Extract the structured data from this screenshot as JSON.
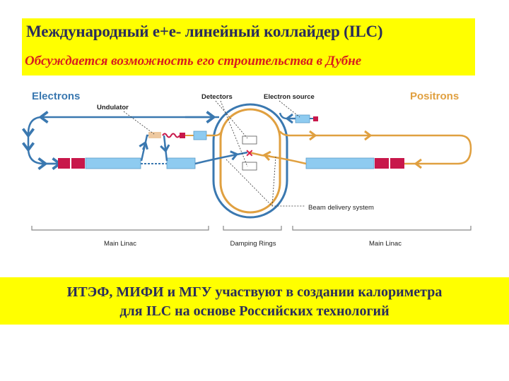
{
  "header": {
    "title": "Международный e+e- линейный коллайдер (ILC)",
    "subtitle": "Обсуждается возможность его строительства в Дубне"
  },
  "diagram": {
    "labels": {
      "electrons": "Electrons",
      "positrons": "Positrons",
      "undulator": "Undulator",
      "detectors": "Detectors",
      "electron_source": "Electron source",
      "beam_delivery_system": "Beam delivery system"
    },
    "sections": [
      {
        "label": "Main Linac"
      },
      {
        "label": "Damping Rings"
      },
      {
        "label": "Main Linac"
      }
    ],
    "colors": {
      "electron_beam": "#3a78b0",
      "positron_beam": "#e0a040",
      "linac": "#8ecbf0",
      "klystron": "#c8174a",
      "undulator": "#eec9a0",
      "collision": "#d81e4a"
    },
    "interaction_point_icon": "x-mark"
  },
  "footer": {
    "line1": "ИТЭФ, МИФИ и МГУ участвуют в создании  калориметра",
    "line2": "для ILC на основе  Российских технологий"
  }
}
